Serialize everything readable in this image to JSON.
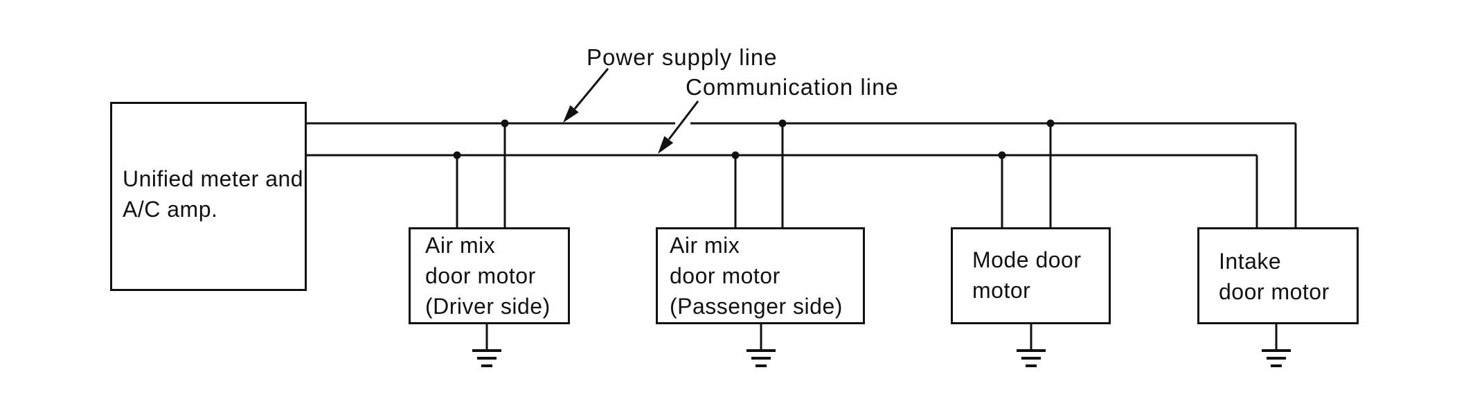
{
  "diagram": {
    "colors": {
      "ink": "#111111",
      "background": "#ffffff"
    },
    "controller": {
      "lines": [
        "Unified meter and",
        "A/C amp."
      ]
    },
    "motors": [
      {
        "id": "air-mix-driver",
        "lines": [
          "Air mix",
          "door motor",
          "(Driver side)"
        ],
        "connected_to": [
          "power",
          "communication"
        ],
        "grounded": true
      },
      {
        "id": "air-mix-passenger",
        "lines": [
          "Air mix",
          "door motor",
          "(Passenger side)"
        ],
        "connected_to": [
          "power",
          "communication"
        ],
        "grounded": true
      },
      {
        "id": "mode-door",
        "lines": [
          "Mode door",
          "motor"
        ],
        "connected_to": [
          "power",
          "communication"
        ],
        "grounded": true
      },
      {
        "id": "intake-door",
        "lines": [
          "Intake",
          "door motor"
        ],
        "connected_to": [
          "power",
          "communication"
        ],
        "grounded": true
      }
    ],
    "buses": {
      "power": {
        "label": "Power supply line"
      },
      "communication": {
        "label": "Communication line"
      }
    }
  }
}
